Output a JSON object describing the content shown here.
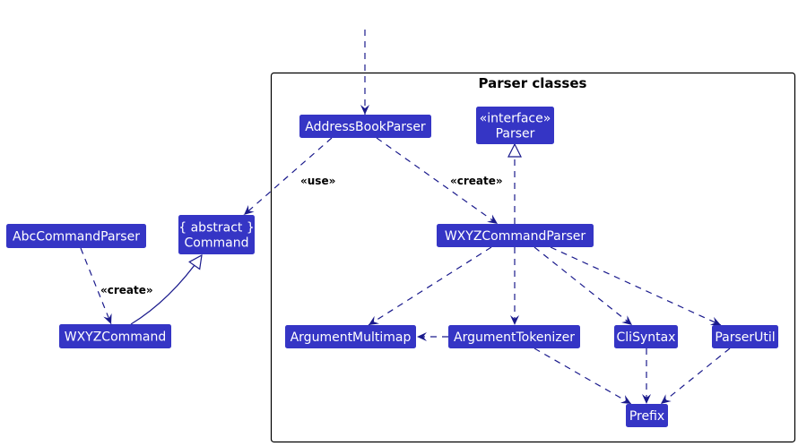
{
  "diagram": {
    "type": "uml-class-diagram",
    "package": {
      "title": "Parser classes"
    },
    "colors": {
      "class_fill": "#3535c5",
      "class_text": "#ffffff",
      "edge": "#1a1a8c",
      "frame": "#000000"
    },
    "classes": [
      {
        "id": "AddressBookParser",
        "lines": [
          "AddressBookParser"
        ]
      },
      {
        "id": "Parser",
        "lines": [
          "«interface»",
          "Parser"
        ]
      },
      {
        "id": "WXYZCommandParser",
        "lines": [
          "WXYZCommandParser"
        ]
      },
      {
        "id": "ArgumentMultimap",
        "lines": [
          "ArgumentMultimap"
        ]
      },
      {
        "id": "ArgumentTokenizer",
        "lines": [
          "ArgumentTokenizer"
        ]
      },
      {
        "id": "CliSyntax",
        "lines": [
          "CliSyntax"
        ]
      },
      {
        "id": "ParserUtil",
        "lines": [
          "ParserUtil"
        ]
      },
      {
        "id": "Prefix",
        "lines": [
          "Prefix"
        ]
      },
      {
        "id": "Command",
        "lines": [
          "{ abstract }",
          "Command"
        ]
      },
      {
        "id": "AbcCommandParser",
        "lines": [
          "AbcCommandParser"
        ]
      },
      {
        "id": "WXYZCommand",
        "lines": [
          "WXYZCommand"
        ]
      }
    ],
    "relations": [
      {
        "from": "external",
        "to": "AddressBookParser",
        "kind": "dependency",
        "label": ""
      },
      {
        "from": "AddressBookParser",
        "to": "Command",
        "kind": "dependency",
        "label": "«use»"
      },
      {
        "from": "AddressBookParser",
        "to": "WXYZCommandParser",
        "kind": "dependency",
        "label": "«create»"
      },
      {
        "from": "WXYZCommandParser",
        "to": "Parser",
        "kind": "realization",
        "label": ""
      },
      {
        "from": "WXYZCommandParser",
        "to": "ArgumentMultimap",
        "kind": "dependency",
        "label": ""
      },
      {
        "from": "WXYZCommandParser",
        "to": "ArgumentTokenizer",
        "kind": "dependency",
        "label": ""
      },
      {
        "from": "WXYZCommandParser",
        "to": "CliSyntax",
        "kind": "dependency",
        "label": ""
      },
      {
        "from": "WXYZCommandParser",
        "to": "ParserUtil",
        "kind": "dependency",
        "label": ""
      },
      {
        "from": "ArgumentTokenizer",
        "to": "ArgumentMultimap",
        "kind": "dependency",
        "label": ""
      },
      {
        "from": "ArgumentTokenizer",
        "to": "Prefix",
        "kind": "dependency",
        "label": ""
      },
      {
        "from": "CliSyntax",
        "to": "Prefix",
        "kind": "dependency",
        "label": ""
      },
      {
        "from": "ParserUtil",
        "to": "Prefix",
        "kind": "dependency",
        "label": ""
      },
      {
        "from": "AbcCommandParser",
        "to": "WXYZCommand",
        "kind": "dependency",
        "label": "«create»"
      },
      {
        "from": "WXYZCommand",
        "to": "Command",
        "kind": "generalization",
        "label": ""
      }
    ]
  }
}
